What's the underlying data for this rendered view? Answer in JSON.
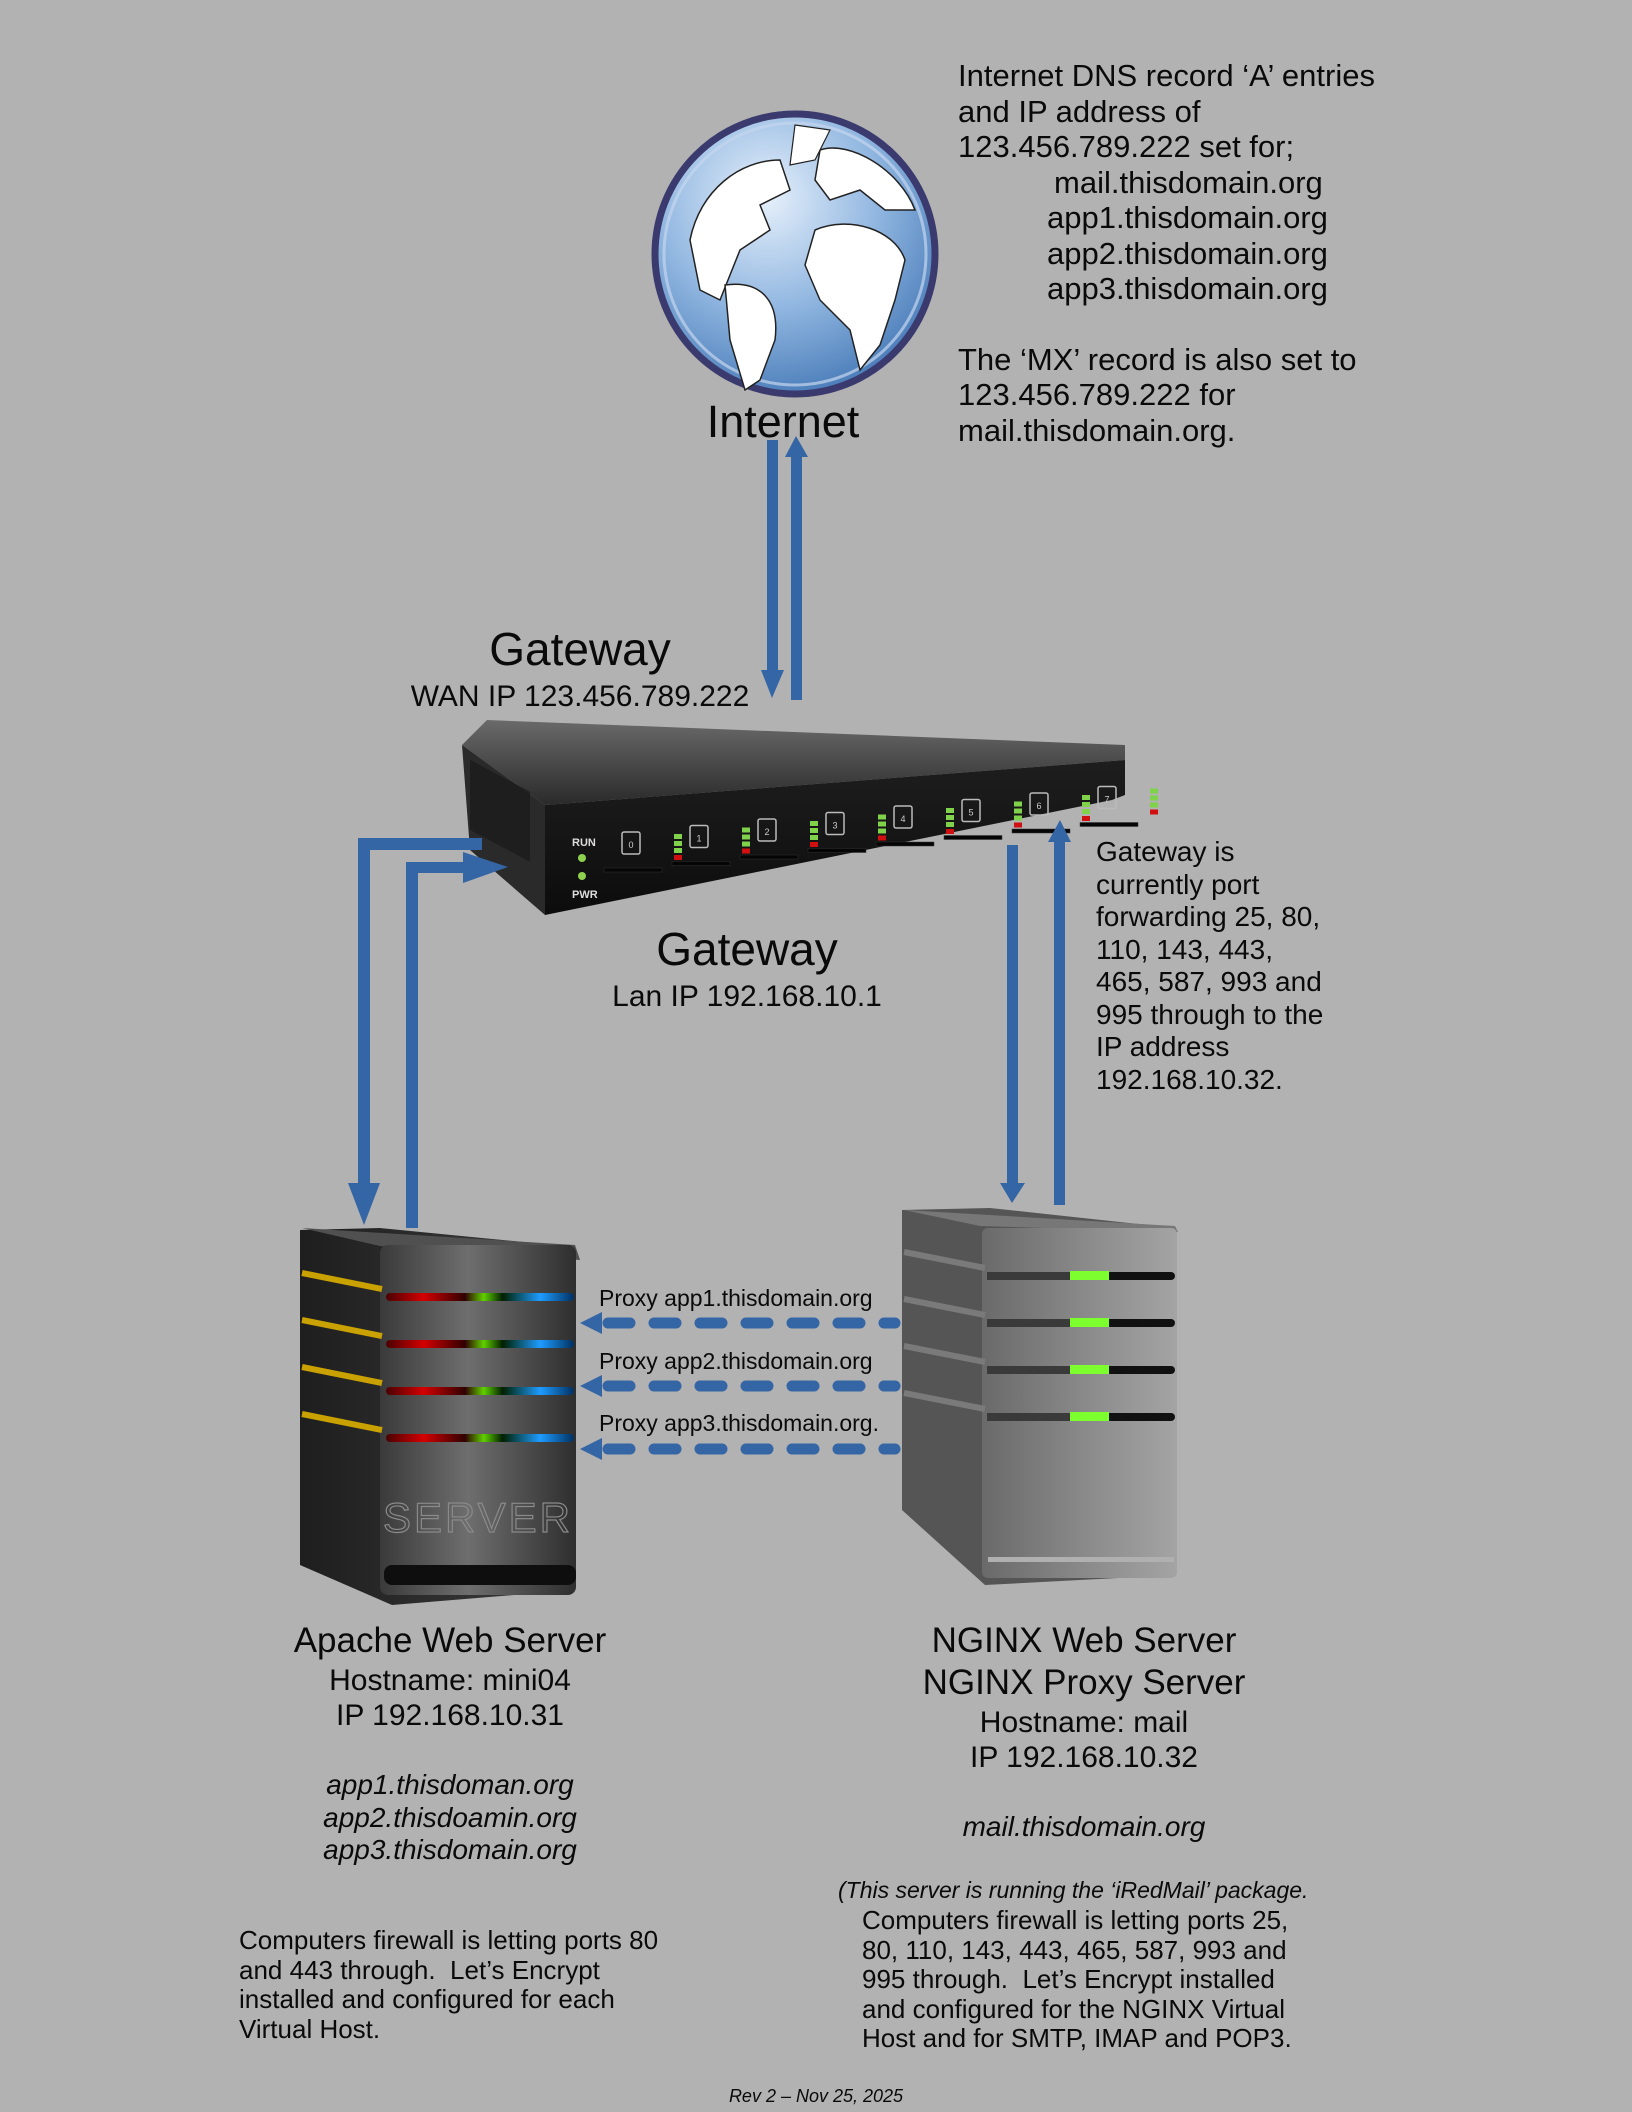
{
  "colors": {
    "background": "#b2b2b2",
    "arrow": "#3465a4",
    "text": "#0a0a0a"
  },
  "dns_note": {
    "lines": [
      "Internet DNS record ‘A’ entries",
      "and IP address of",
      "123.456.789.222 set for;"
    ],
    "hosts": [
      "mail.thisdomain.org",
      "app1.thisdomain.org",
      "app2.thisdomain.org",
      "app3.thisdomain.org"
    ],
    "mx_lines": [
      "The ‘MX’ record is also set to",
      "123.456.789.222 for",
      "mail.thisdomain.org."
    ]
  },
  "internet": {
    "label": "Internet",
    "icon": "globe-icon"
  },
  "gateway": {
    "wan_title": "Gateway",
    "wan_ip": "WAN IP 123.456.789.222",
    "lan_title": "Gateway",
    "lan_ip": "Lan IP 192.168.10.1",
    "device_labels": {
      "run": "RUN",
      "pwr": "PWR"
    },
    "ports": [
      "0",
      "1",
      "2",
      "3",
      "4",
      "5",
      "6",
      "7"
    ],
    "forwarding_note": [
      "Gateway is",
      "currently port",
      "forwarding 25, 80,",
      "110, 143, 443,",
      "465, 587, 993 and",
      "995 through to the",
      "IP address",
      "192.168.10.32."
    ]
  },
  "proxies": [
    {
      "label": "Proxy app1.thisdomain.org"
    },
    {
      "label": "Proxy app2.thisdomain.org"
    },
    {
      "label": "Proxy app3.thisdomain.org."
    }
  ],
  "apache_server": {
    "case_label": "SERVER",
    "title": "Apache Web Server",
    "hostname": "Hostname: mini04",
    "ip": "IP 192.168.10.31",
    "domains": [
      "app1.thisdoman.org",
      "app2.thisdoamin.org",
      "app3.thisdomain.org"
    ],
    "firewall_note": [
      "Computers firewall is letting ports 80",
      "and 443 through.  Let’s Encrypt",
      "installed and configured for each",
      "Virtual Host."
    ]
  },
  "nginx_server": {
    "title_line1": "NGINX Web Server",
    "title_line2": "NGINX Proxy Server",
    "hostname": "Hostname: mail",
    "ip": "IP 192.168.10.32",
    "domain": "mail.thisdomain.org",
    "package_note": "(This server is running the ‘iRedMail’ package.",
    "firewall_note": [
      "Computers firewall is letting ports 25,",
      "80, 110, 143, 443, 465, 587, 993 and",
      "995 through.  Let’s Encrypt installed",
      "and configured for the NGINX Virtual",
      "Host and for SMTP, IMAP and POP3."
    ]
  },
  "footer": {
    "revision": "Rev 2 – Nov 25, 2025"
  }
}
